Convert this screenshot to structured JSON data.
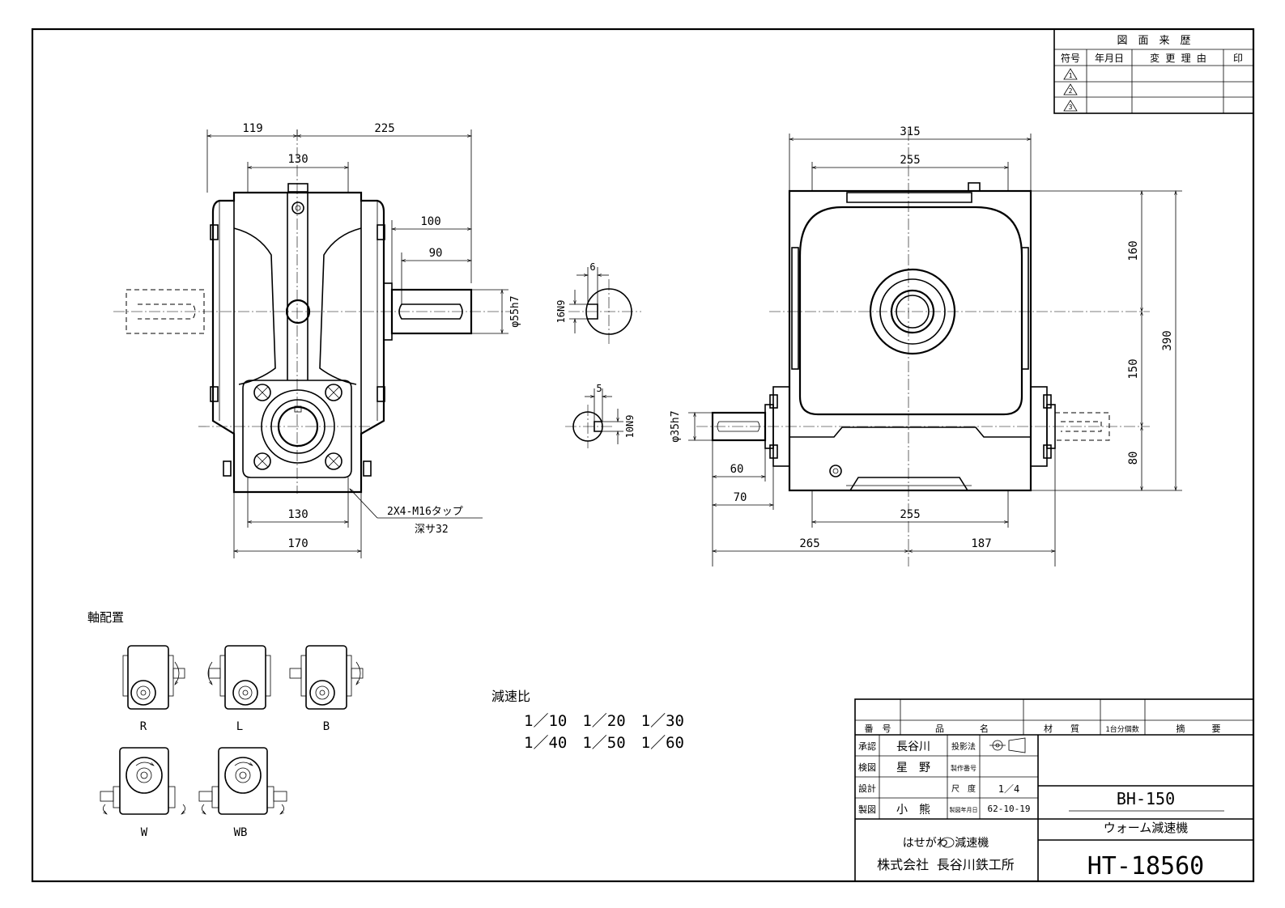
{
  "revision_table": {
    "title": "図　面　来　歴",
    "headers": [
      "符号",
      "年月日",
      "変 更 理 由",
      "印"
    ],
    "symbols": [
      "1",
      "2",
      "3"
    ]
  },
  "front_view": {
    "dim_top_left": "119",
    "dim_top_right": "225",
    "dim_upper_130": "130",
    "dim_100": "100",
    "dim_90": "90",
    "shaft_dia": "φ55h7",
    "dim_lower_130": "130",
    "dim_170": "170",
    "tap_note_1": "2X4-M16タップ",
    "tap_note_2": "深サ32"
  },
  "key_sections": {
    "upper_width": "6",
    "upper_tol": "16N9",
    "lower_width": "5",
    "lower_tol": "10N9"
  },
  "side_view": {
    "dim_315": "315",
    "dim_255_top": "255",
    "dim_160": "160",
    "dim_390": "390",
    "dim_150": "150",
    "dim_80": "80",
    "shaft_dia": "φ35h7",
    "dim_60": "60",
    "dim_70": "70",
    "dim_255_bottom": "255",
    "dim_265": "265",
    "dim_187": "187"
  },
  "shaft_arrangement": {
    "title": "軸配置",
    "labels": [
      "R",
      "L",
      "B",
      "W",
      "WB"
    ]
  },
  "ratios": {
    "title": "減速比",
    "row1": "1／10　1／20　1／30",
    "row2": "1／40　1／50　1／60"
  },
  "title_block": {
    "header": [
      "番　号",
      "品　　　　名",
      "材　　質",
      "1台分個数",
      "摘　　　要"
    ],
    "approve_label": "承認",
    "approve_name": "長谷川",
    "projection_label": "投影法",
    "check_label": "検図",
    "check_name": "星　野",
    "mfg_no_label": "製作番号",
    "design_label": "設計",
    "scale_label": "尺　度",
    "scale_value": "1／4",
    "draw_label": "製図",
    "draw_name": "小　熊",
    "date_label": "製図年月日",
    "date_value": "62-10-19",
    "model": "BH-150",
    "product": "ウォーム減速機",
    "company_1": "はせがわ 減速機",
    "company_logo": "HS",
    "company_2": "株式会社 長谷川鉄工所",
    "drawing_no": "HT-18560"
  }
}
